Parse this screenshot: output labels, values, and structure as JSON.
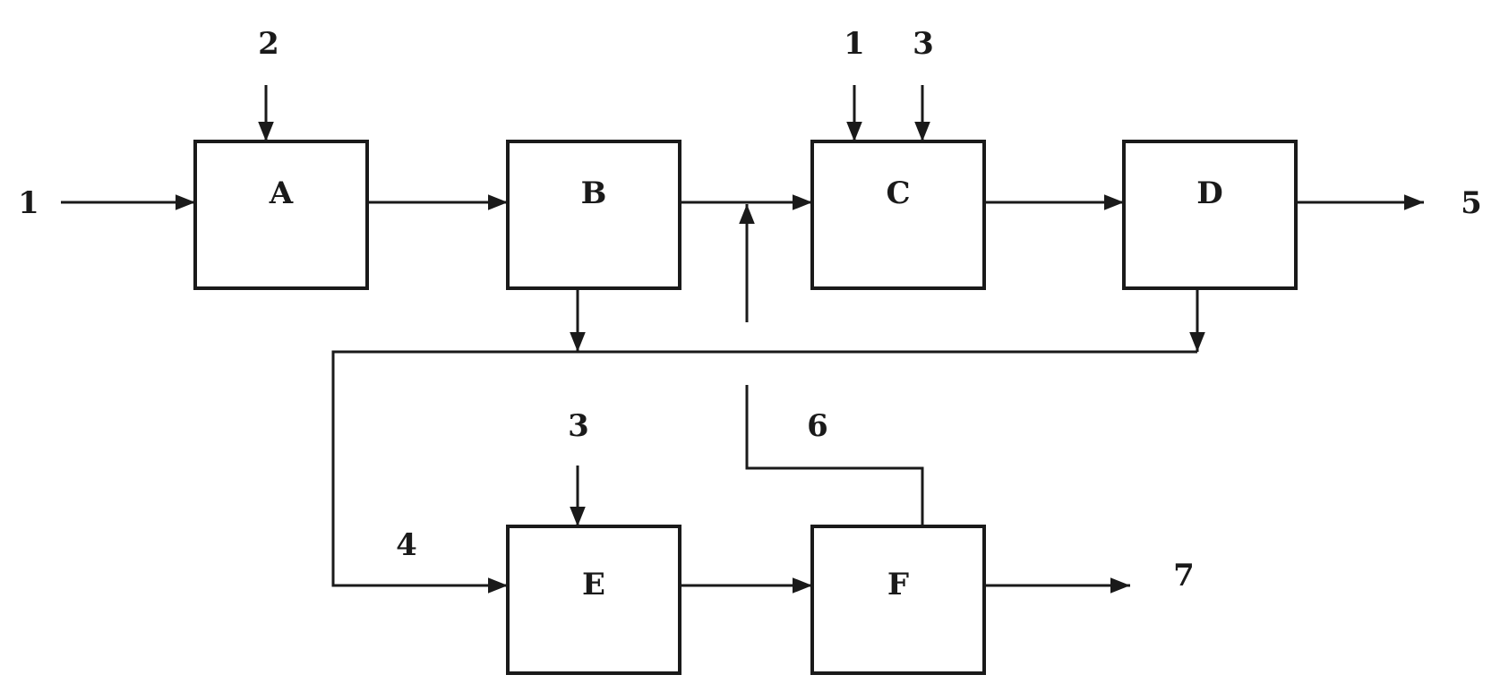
{
  "diagram": {
    "colors": {
      "ink": "#1a1a1a",
      "background": "#ffffff"
    },
    "blocks": {
      "a": "A",
      "b": "B",
      "c": "C",
      "d": "D",
      "e": "E",
      "f": "F"
    },
    "streams": {
      "feed_a": "1",
      "top_a": "2",
      "top_c_left": "1",
      "top_c_right": "3",
      "out_d": "5",
      "top_e": "3",
      "into_e": "4",
      "recycle": "6",
      "out_f": "7"
    }
  }
}
